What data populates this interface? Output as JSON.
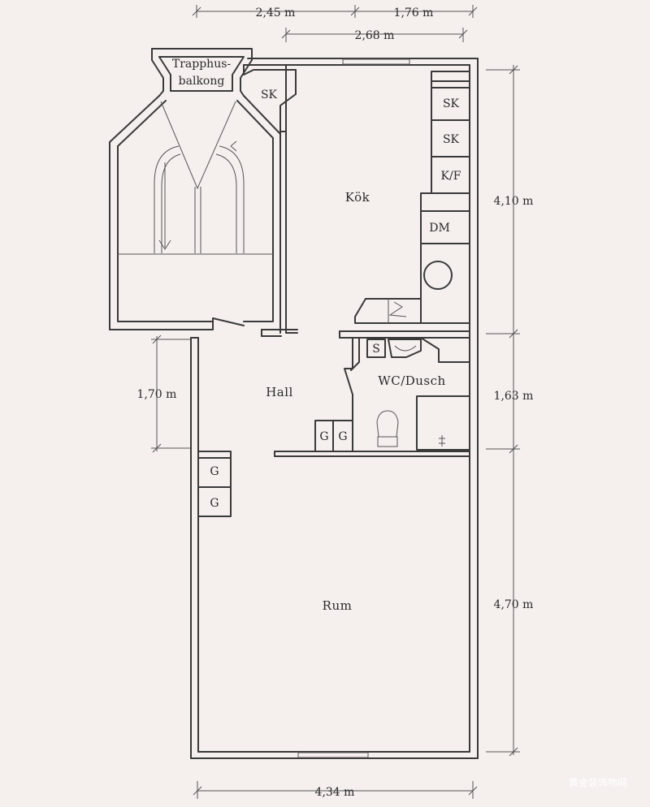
{
  "rooms": {
    "stair_balcony": [
      "Trapphus-",
      "balkong"
    ],
    "sk_small": "SK",
    "kitchen": "Kök",
    "sk1": "SK",
    "sk2": "SK",
    "kf": "K/F",
    "dm": "DM",
    "hall": "Hall",
    "s": "S",
    "wc": "WC/Dusch",
    "g1": "G",
    "g2": "G",
    "g3": "G",
    "g4": "G",
    "rum": "Rum"
  },
  "dimensions": {
    "top_left": "2,45 m",
    "top_right": "1,76 m",
    "top_inner": "2,68 m",
    "right_kitchen": "4,10 m",
    "right_wc": "1,63 m",
    "right_rum": "4,70 m",
    "left_hall": "1,70 m",
    "bottom": "4,34 m"
  },
  "watermark": "黄金装饰物网"
}
